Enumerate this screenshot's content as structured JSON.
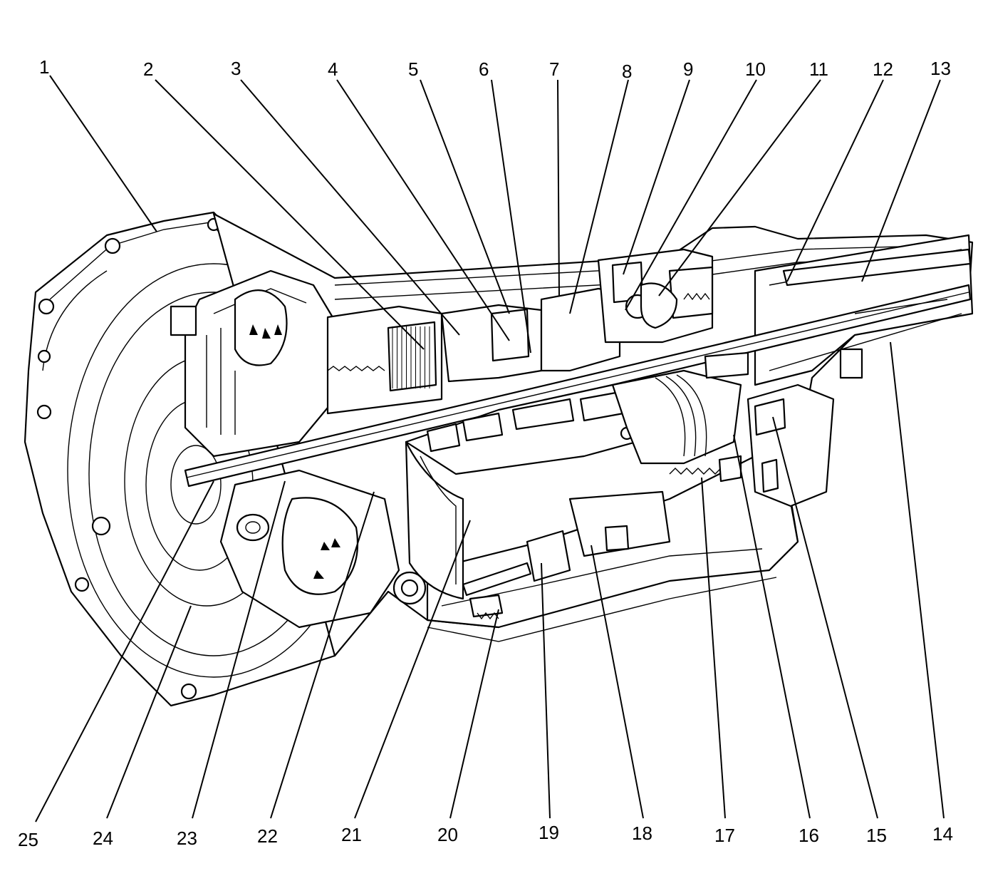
{
  "diagram": {
    "labels_top": [
      "1",
      "2",
      "3",
      "4",
      "5",
      "6",
      "7",
      "8",
      "9",
      "10",
      "11",
      "12",
      "13"
    ],
    "labels_bottom": [
      "25",
      "24",
      "23",
      "22",
      "21",
      "20",
      "19",
      "18",
      "17",
      "16",
      "15",
      "14"
    ]
  }
}
